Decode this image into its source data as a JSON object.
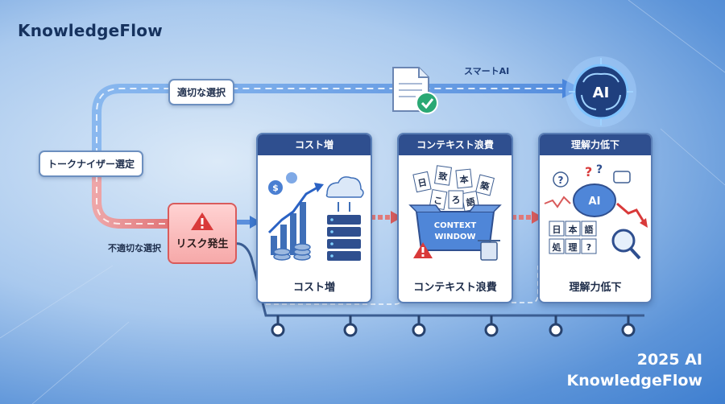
{
  "brand": "KnowledgeFlow",
  "footer": {
    "line1": "2025 AI",
    "line2": "KnowledgeFlow"
  },
  "start_label": "トークナイザー選定",
  "good_path": {
    "label": "適切な選択",
    "arrow_label": "スマートAI",
    "ai_badge": "AI"
  },
  "bad_path": {
    "label": "不適切な選択",
    "risk_label": "リスク発生"
  },
  "panels": [
    {
      "title": "コスト増",
      "caption": "コスト増"
    },
    {
      "title": "コンテキスト浪費",
      "caption": "コンテキスト浪費",
      "box_text": [
        "CONTEXT",
        "WINDOW"
      ],
      "chars": [
        "日",
        "本",
        "語",
        "こ",
        "ろ",
        "築",
        "致"
      ]
    },
    {
      "title": "理解力低下",
      "caption": "理解力低下",
      "brain_label": "AI",
      "grid_chars": [
        "日",
        "本",
        "語",
        "処",
        "理",
        "?"
      ]
    }
  ],
  "colors": {
    "navy": "#2f4f8f",
    "risk_red": "#d95b5b",
    "good_blue": "#4a86dc",
    "bg_blue": "#5b93d8"
  }
}
